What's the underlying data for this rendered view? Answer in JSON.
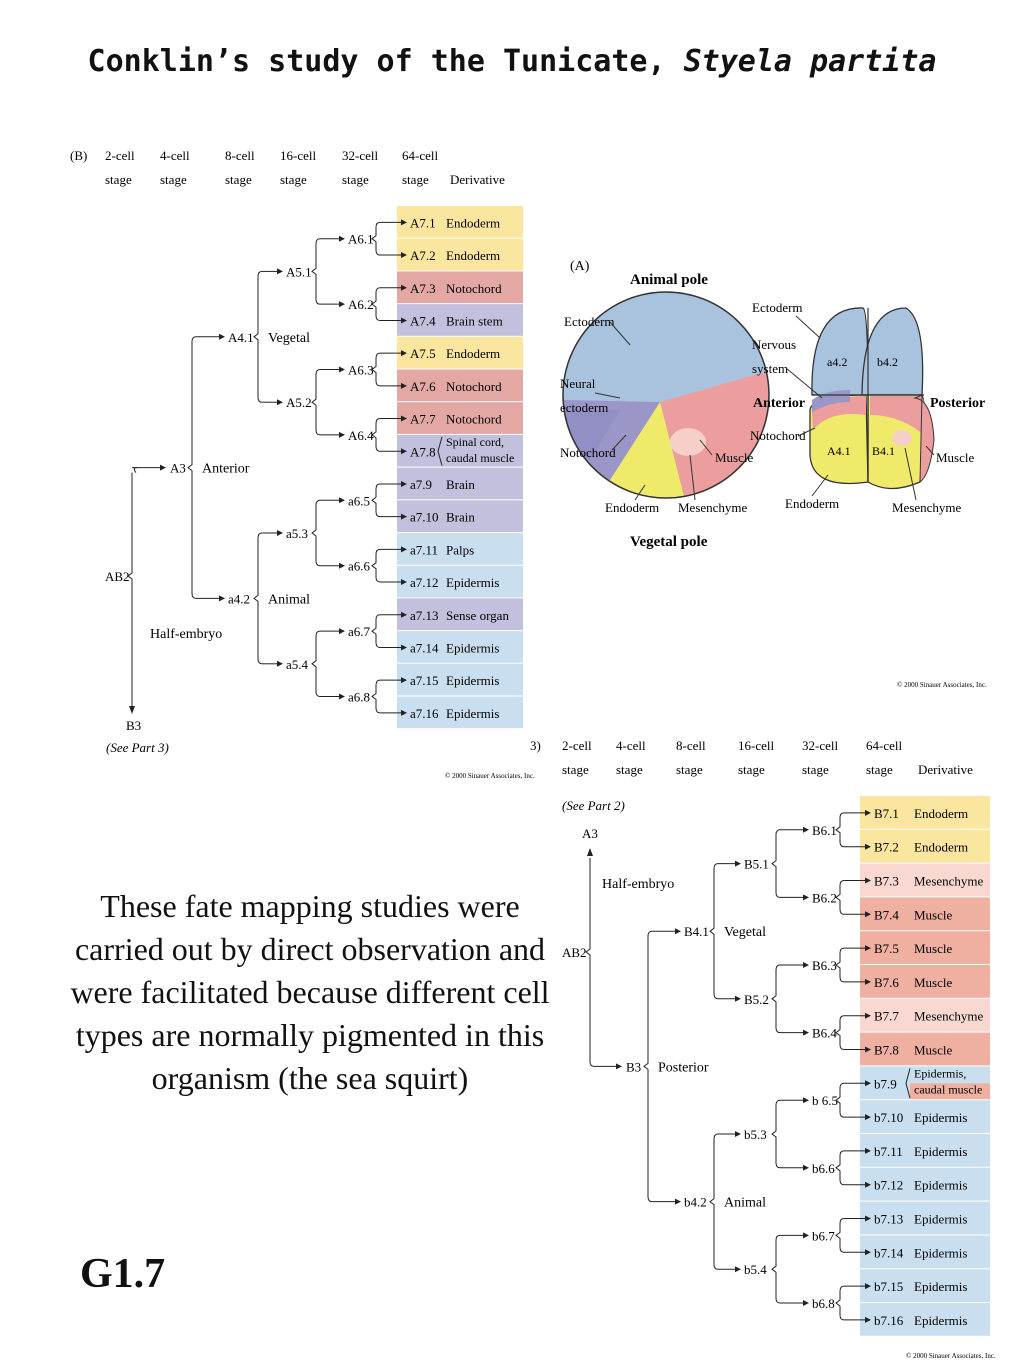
{
  "title": {
    "main": "Conklin’s study of the Tunicate, ",
    "italic": "Styela partita"
  },
  "caption": "These fate mapping studies were carried out by direct observation and were facilitated because different cell types are normally pigmented in this organism (the sea squirt)",
  "figure_tag": "G1.7",
  "colors": {
    "endoderm": "#fbe6a0",
    "notochord": "#e3a8a4",
    "brain": "#c3c0dd",
    "epidermis": "#c9dff0",
    "muscle": "#efb0a2",
    "mesenchyme": "#f8d8d0",
    "ectoderm": "#a9c3de",
    "yellow": "#f0ea6a"
  },
  "partB": {
    "label": "(B)",
    "stages": [
      "2-cell\nstage",
      "4-cell\nstage",
      "8-cell\nstage",
      "16-cell\nstage",
      "32-cell\nstage",
      "64-cell\nstage"
    ],
    "derivative_header": "Derivative",
    "copyright": "© 2000 Sinauer Associates, Inc.",
    "root": "AB2",
    "half_embryo": "Half-embryo",
    "b3": "B3",
    "see_part": "(See Part 3)",
    "a3": "A3",
    "anterior": "Anterior",
    "vegetal": "Vegetal",
    "animal": "Animal",
    "c8": [
      "A4.1",
      "a4.2"
    ],
    "c16": [
      "A5.1",
      "A5.2",
      "a5.3",
      "a5.4"
    ],
    "c32": [
      "A6.1",
      "A6.2",
      "A6.3",
      "A6.4",
      "a6.5",
      "a6.6",
      "a6.7",
      "a6.8"
    ],
    "rows": [
      {
        "cell": "A7.1",
        "fate": "Endoderm",
        "color": "#fbe6a0"
      },
      {
        "cell": "A7.2",
        "fate": "Endoderm",
        "color": "#fbe6a0"
      },
      {
        "cell": "A7.3",
        "fate": "Notochord",
        "color": "#e3a8a4"
      },
      {
        "cell": "A7.4",
        "fate": "Brain stem",
        "color": "#c3c0dd"
      },
      {
        "cell": "A7.5",
        "fate": "Endoderm",
        "color": "#fbe6a0"
      },
      {
        "cell": "A7.6",
        "fate": "Notochord",
        "color": "#e3a8a4"
      },
      {
        "cell": "A7.7",
        "fate": "Notochord",
        "color": "#e3a8a4"
      },
      {
        "cell": "A7.8",
        "fate": "Spinal cord,\ncaudal muscle",
        "color": "#c3c0dd",
        "bracket": true
      },
      {
        "cell": "a7.9",
        "fate": "Brain",
        "color": "#c3c0dd"
      },
      {
        "cell": "a7.10",
        "fate": "Brain",
        "color": "#c3c0dd"
      },
      {
        "cell": "a7.11",
        "fate": "Palps",
        "color": "#c9dff0"
      },
      {
        "cell": "a7.12",
        "fate": "Epidermis",
        "color": "#c9dff0"
      },
      {
        "cell": "a7.13",
        "fate": "Sense organ",
        "color": "#c3c0dd"
      },
      {
        "cell": "a7.14",
        "fate": "Epidermis",
        "color": "#c9dff0"
      },
      {
        "cell": "a7.15",
        "fate": "Epidermis",
        "color": "#c9dff0"
      },
      {
        "cell": "a7.16",
        "fate": "Epidermis",
        "color": "#c9dff0"
      }
    ]
  },
  "partC": {
    "label": "3)",
    "stages": [
      "2-cell\nstage",
      "4-cell\nstage",
      "8-cell\nstage",
      "16-cell\nstage",
      "32-cell\nstage",
      "64-cell\nstage"
    ],
    "derivative_header": "Derivative",
    "copyright": "© 2000 Sinauer Associates, Inc.",
    "see_part": "(See Part 2)",
    "a3": "A3",
    "half_embryo": "Half-embryo",
    "root": "AB2",
    "b3": "B3",
    "posterior": "Posterior",
    "vegetal": "Vegetal",
    "animal": "Animal",
    "c8": [
      "B4.1",
      "b4.2"
    ],
    "c16": [
      "B5.1",
      "B5.2",
      "b5.3",
      "b5.4"
    ],
    "c32": [
      "B6.1",
      "B6.2",
      "B6.3",
      "B6.4",
      "b 6.5",
      "b6.6",
      "b6.7",
      "b6.8"
    ],
    "rows": [
      {
        "cell": "B7.1",
        "fate": "Endoderm",
        "color": "#fbe6a0"
      },
      {
        "cell": "B7.2",
        "fate": "Endoderm",
        "color": "#fbe6a0"
      },
      {
        "cell": "B7.3",
        "fate": "Mesenchyme",
        "color": "#f8d8d0"
      },
      {
        "cell": "B7.4",
        "fate": "Muscle",
        "color": "#efb0a2"
      },
      {
        "cell": "B7.5",
        "fate": "Muscle",
        "color": "#efb0a2"
      },
      {
        "cell": "B7.6",
        "fate": "Muscle",
        "color": "#efb0a2"
      },
      {
        "cell": "B7.7",
        "fate": "Mesenchyme",
        "color": "#f8d8d0"
      },
      {
        "cell": "B7.8",
        "fate": "Muscle",
        "color": "#efb0a2"
      },
      {
        "cell": "b7.9",
        "fate": "Epidermis,\ncaudal muscle",
        "color": "#c9dff0",
        "bracket": true,
        "color2": "#efb0a2"
      },
      {
        "cell": "b7.10",
        "fate": "Epidermis",
        "color": "#c9dff0"
      },
      {
        "cell": "b7.11",
        "fate": "Epidermis",
        "color": "#c9dff0"
      },
      {
        "cell": "b7.12",
        "fate": "Epidermis",
        "color": "#c9dff0"
      },
      {
        "cell": "b7.13",
        "fate": "Epidermis",
        "color": "#c9dff0"
      },
      {
        "cell": "b7.14",
        "fate": "Epidermis",
        "color": "#c9dff0"
      },
      {
        "cell": "b7.15",
        "fate": "Epidermis",
        "color": "#c9dff0"
      },
      {
        "cell": "b7.16",
        "fate": "Epidermis",
        "color": "#c9dff0"
      }
    ]
  },
  "partA": {
    "label": "(A)",
    "animal_pole": "Animal pole",
    "vegetal_pole": "Vegetal pole",
    "left_labels": [
      "Ectoderm",
      "Neural\nectoderm",
      "Notochord",
      "Endoderm",
      "Mesenchyme",
      "Muscle"
    ],
    "right_labels": [
      "Ectoderm",
      "Nervous\nsystem",
      "Anterior",
      "Notochord",
      "Endoderm",
      "Posterior",
      "Muscle",
      "Mesenchyme"
    ],
    "cells": [
      "a4.2",
      "b4.2",
      "A4.1",
      "B4.1"
    ],
    "copyright": "© 2000 Sinauer Associates, Inc."
  }
}
